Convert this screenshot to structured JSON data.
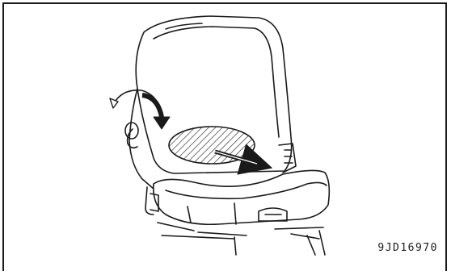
{
  "figure": {
    "code": "9JD16970",
    "subject": "seat-backrest-lumbar-adjustment"
  },
  "colors": {
    "ink": "#1a1a1a",
    "paper": "#ffffff"
  },
  "icons": [
    "rotate-arrow-icon",
    "push-arrow-icon",
    "lumbar-hatch-area",
    "adjust-knob"
  ]
}
